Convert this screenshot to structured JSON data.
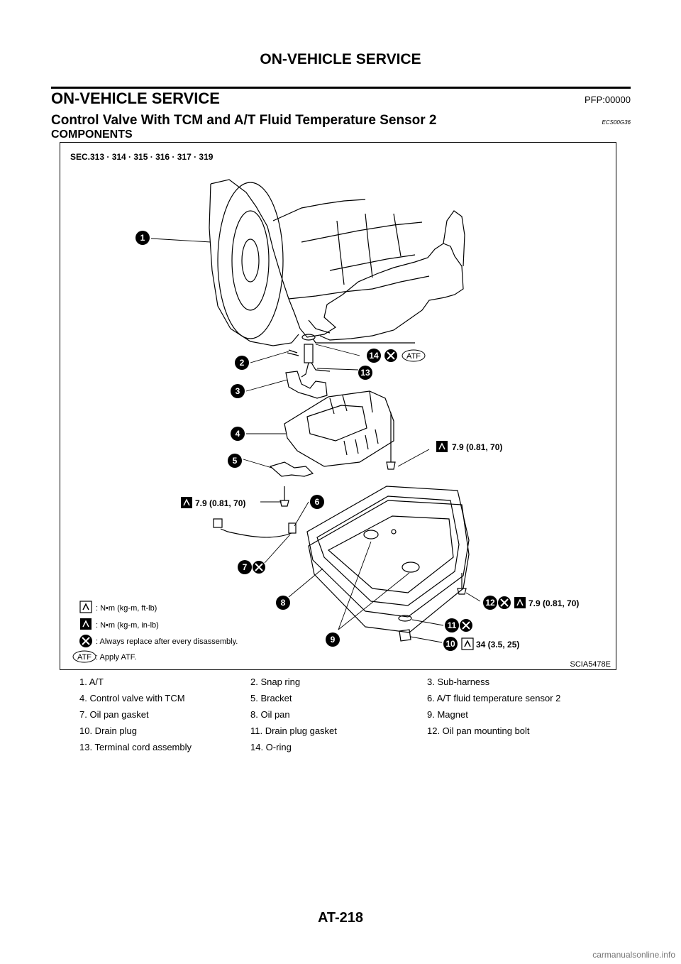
{
  "header": {
    "running_title": "ON-VEHICLE SERVICE"
  },
  "section": {
    "title": "ON-VEHICLE SERVICE",
    "code": "PFP:00000",
    "subtitle": "Control Valve With TCM and A/T Fluid Temperature Sensor 2",
    "subtitle_code": "ECS00G36",
    "components_heading": "COMPONENTS"
  },
  "figure": {
    "sec_label": "SEC.313 · 314 · 315 · 316 · 317 · 319",
    "callouts": [
      "1",
      "2",
      "3",
      "4",
      "5",
      "6",
      "7",
      "8",
      "9",
      "10",
      "11",
      "12",
      "13",
      "14"
    ],
    "atf_badge": "ATF",
    "torque_values": {
      "control_valve": "7.9 (0.81, 70)",
      "sensor": "7.9 (0.81, 70)",
      "oil_pan_bolt": "7.9 (0.81, 70)",
      "drain_plug": "34 (3.5, 25)"
    },
    "legend": [
      {
        "icon": "torque-ft-lb-icon",
        "text": ": N•m (kg-m, ft-lb)"
      },
      {
        "icon": "torque-in-lb-icon",
        "text": ": N•m (kg-m, in-lb)"
      },
      {
        "icon": "replace-icon",
        "text": ": Always replace after every disassembly."
      },
      {
        "icon": "atf-icon",
        "text": ": Apply ATF."
      }
    ],
    "figure_id": "SCIA5478E"
  },
  "parts": [
    [
      "1. A/T",
      "2. Snap ring",
      "3. Sub-harness"
    ],
    [
      "4. Control valve with TCM",
      "5. Bracket",
      "6. A/T fluid temperature sensor 2"
    ],
    [
      "7. Oil pan gasket",
      "8. Oil pan",
      "9. Magnet"
    ],
    [
      "10. Drain plug",
      "11. Drain plug gasket",
      "12. Oil pan mounting bolt"
    ],
    [
      "13. Terminal cord assembly",
      "14. O-ring",
      ""
    ]
  ],
  "footer": {
    "page_number": "AT-218",
    "watermark": "carmanualsonline.info"
  }
}
